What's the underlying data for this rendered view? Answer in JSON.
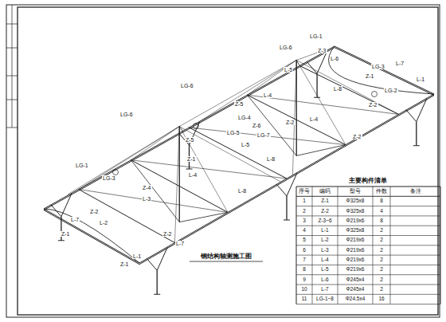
{
  "diagram": {
    "title": "钢结构轴测施工图",
    "labels": [
      "LG-1",
      "LG-6",
      "Z-3",
      "L-6",
      "LG-3",
      "Z-1",
      "L-7",
      "L-1",
      "LG-2",
      "Z-2",
      "L-5",
      "L-8",
      "LG-6",
      "Z-5",
      "LG-4",
      "L-4",
      "Z-6",
      "LG-7",
      "LG-5",
      "L-5",
      "Z-2",
      "L-4",
      "Z-2",
      "L-8",
      "LG-6",
      "LG-1",
      "LG-3",
      "Z-5",
      "Z-1",
      "L-4",
      "Z-4",
      "L-3",
      "Z-2",
      "L-7",
      "Z-1",
      "Z-2",
      "L-7",
      "L-1",
      "Z-1",
      "L-8",
      "L-2",
      "主要构件清单",
      "序号",
      "编码",
      "型号",
      "件数",
      "备注",
      "1",
      "Z-1",
      "Φ325x8",
      "8",
      "2",
      "Z-2",
      "Φ325x8",
      "4",
      "3",
      "Z-3~6",
      "Φ219x6",
      "8",
      "4",
      "L-1",
      "Φ325x8",
      "2",
      "5",
      "L-2",
      "Φ219x6",
      "2",
      "6",
      "L-3",
      "Φ219x6",
      "2",
      "7",
      "L-4",
      "Φ219x6",
      "2",
      "8",
      "L-5",
      "Φ219x6",
      "2",
      "9",
      "L-6",
      "Φ245x4",
      "2",
      "10",
      "L-7",
      "Φ245x4",
      "2",
      "11",
      "LG-1~8",
      "Φ24.5x4",
      "16"
    ]
  }
}
